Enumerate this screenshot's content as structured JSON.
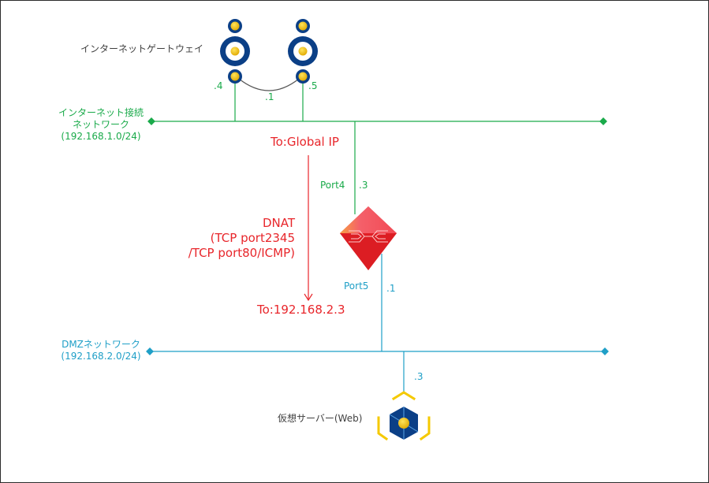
{
  "gateway": {
    "label": "インターネットゲートウェイ",
    "left_ip": ".4",
    "right_ip": ".5",
    "link_ip": ".1"
  },
  "internet_network": {
    "line1": "インターネット接続",
    "line2": "ネットワーク",
    "cidr": "(192.168.1.0/24)",
    "color": "#1aaa4a"
  },
  "firewall": {
    "port_top": "Port4",
    "ip_top": ".3",
    "port_bottom": "Port5",
    "ip_bottom": ".1"
  },
  "nat": {
    "from": "To:Global IP",
    "title": "DNAT",
    "rule_line1": "(TCP port2345",
    "rule_line2": "/TCP port80/ICMP)",
    "to": "To:192.168.2.3",
    "color": "#e8262b"
  },
  "dmz_network": {
    "line1": "DMZネットワーク",
    "cidr": "(192.168.2.0/24)",
    "color": "#1f9fc7"
  },
  "server": {
    "label": "仮想サーバー(Web)",
    "ip": ".3"
  }
}
